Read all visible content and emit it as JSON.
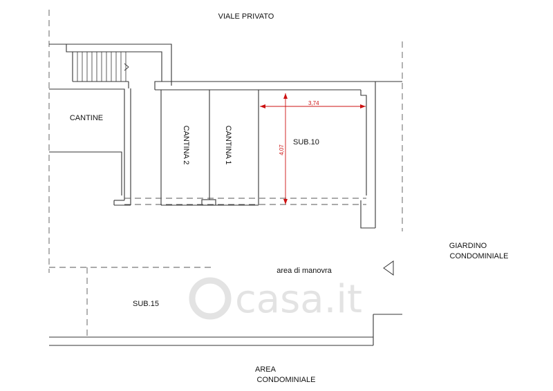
{
  "labels": {
    "viale": "VIALE PRIVATO",
    "cantine": "CANTINE",
    "cantina2": "CANTINA 2",
    "cantina1": "CANTINA 1",
    "sub10": "SUB.10",
    "sub15": "SUB.15",
    "manovra": "area di manovra",
    "giardino_1": "GIARDINO",
    "giardino_2": "CONDOMINIALE",
    "area_1": "AREA",
    "area_2": "CONDOMINIALE"
  },
  "dimensions": {
    "width": "3,74",
    "depth": "4,07"
  },
  "watermark": "casa.it",
  "colors": {
    "lines": "#333333",
    "dimension": "#cc1111",
    "watermark": "#e3e3e3"
  }
}
